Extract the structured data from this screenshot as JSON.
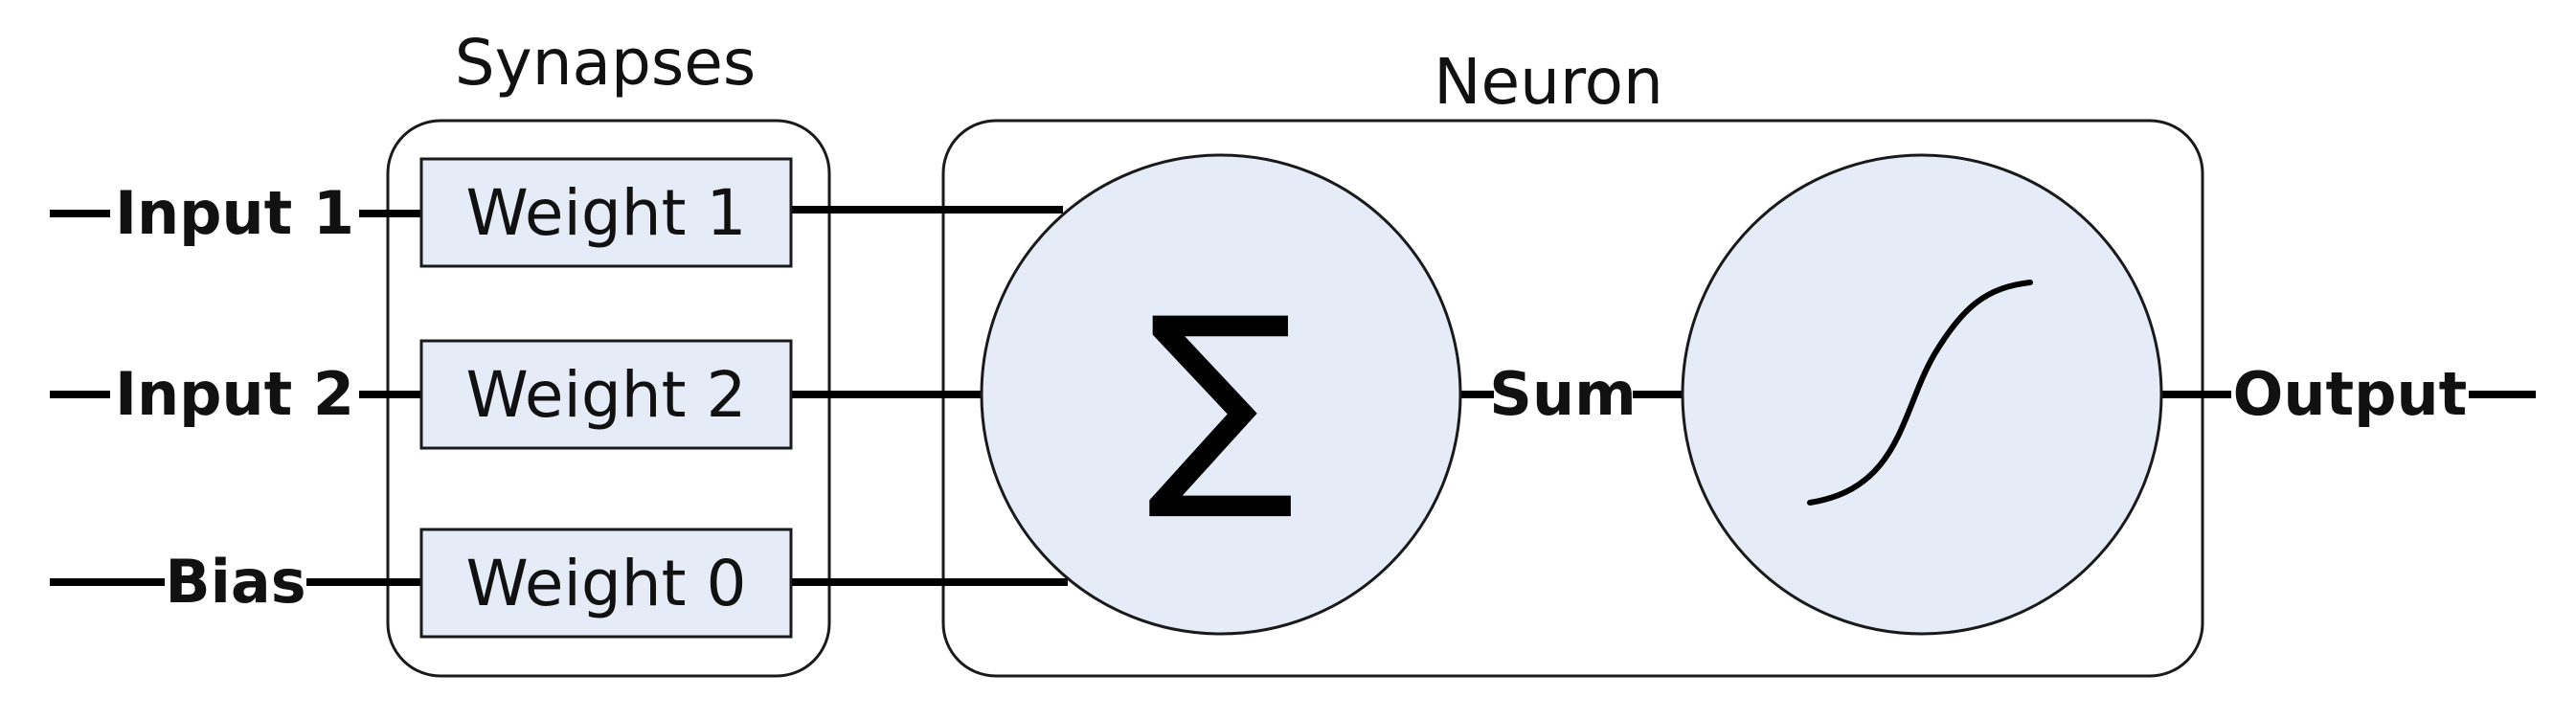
{
  "groups": {
    "synapses_title": "Synapses",
    "neuron_title": "Neuron"
  },
  "inputs": [
    {
      "label": "Input 1",
      "weight": "Weight 1"
    },
    {
      "label": "Input 2",
      "weight": "Weight 2"
    },
    {
      "label": "Bias",
      "weight": "Weight 0"
    }
  ],
  "neuron": {
    "sum_symbol": "∑",
    "sum_label": "Sum",
    "activation_icon": "sigmoid-curve-icon",
    "output_label": "Output"
  },
  "colors": {
    "node_fill": "#e6ecf7",
    "stroke": "#1a1a1a"
  }
}
